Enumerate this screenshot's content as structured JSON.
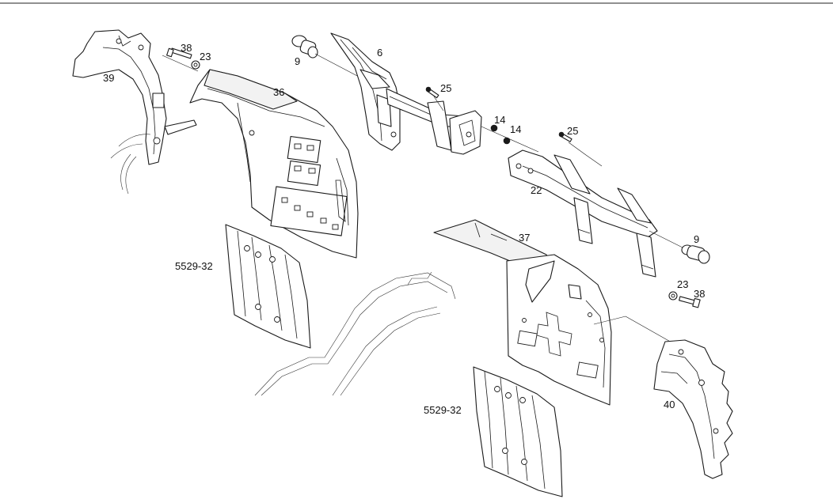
{
  "labels": {
    "p39": "39",
    "p38a": "38",
    "p23a": "23",
    "p36": "36",
    "p9a": "9",
    "p6": "6",
    "p25a": "25",
    "p14a": "14",
    "p14b": "14",
    "p25b": "25",
    "p22": "22",
    "p37": "37",
    "p9b": "9",
    "p23b": "23",
    "p38b": "38",
    "p40": "40",
    "ref_a": "5529-32",
    "ref_b": "5529-32"
  }
}
